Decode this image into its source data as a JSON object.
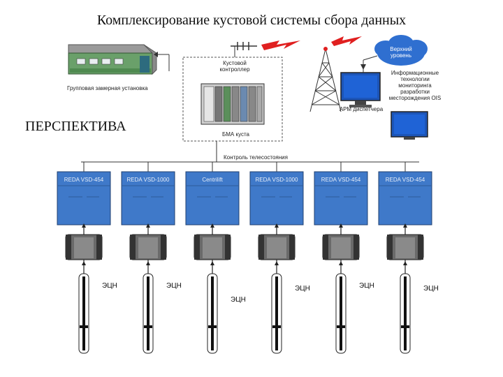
{
  "title": "Комплексирование кустовой системы сбора данных",
  "perspective": "ПЕРСПЕКТИВА",
  "labels": {
    "metering": "Групповая замерная установка",
    "controller": "Кустовой контроллер",
    "bma": "БМА куста",
    "upper_level": "Верхний уровень",
    "it_info": "Информационные технологии мониторинга разработки месторождения OIS",
    "arm": "АРМ диспетчера",
    "telemetry": "Контроль телесостояния"
  },
  "vsd_units": [
    {
      "label": "REDA VSD-454"
    },
    {
      "label": "REDA VSD-1000"
    },
    {
      "label": "Centrilift"
    },
    {
      "label": "REDA VSD-1000"
    },
    {
      "label": "REDA VSD-454"
    },
    {
      "label": "REDA VSD-454"
    }
  ],
  "pumps": [
    {
      "label": "ЭЦН"
    },
    {
      "label": "ЭЦН"
    },
    {
      "label": "ЭЦН"
    },
    {
      "label": "ЭЦН"
    },
    {
      "label": "ЭЦН"
    },
    {
      "label": "ЭЦН"
    }
  ],
  "colors": {
    "vsd_blue": "#3f79c9",
    "sky_blue": "#2f6fd0",
    "building_green": "#6aa06a",
    "lightning_red": "#e02020"
  }
}
